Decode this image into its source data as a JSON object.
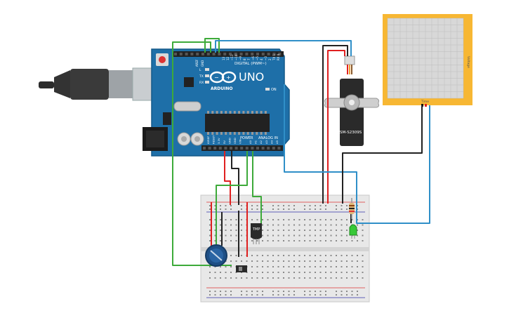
{
  "arduino": {
    "uno_label": "UNO",
    "brand": "ARDUINO",
    "digital_label": "DIGITAL (PWM~)",
    "power_label": "POWER",
    "analog_label": "ANALOG IN",
    "aref": "AREF",
    "gnd": "GND",
    "tx": "TX",
    "rx": "RX",
    "l": "L",
    "on": "ON",
    "power_pins": [
      "IOREF",
      "RESET",
      "3.3V",
      "5V",
      "GND",
      "GND",
      "VIN"
    ],
    "analog_pins": [
      "A0",
      "A1",
      "A2",
      "A3",
      "A4",
      "A5"
    ],
    "digital_pins": [
      "13",
      "12",
      "~11",
      "~10",
      "~9",
      "8",
      "7",
      "~6",
      "~5",
      "4",
      "~3",
      "2",
      "TX 1",
      "RX 0"
    ]
  },
  "servo": {
    "label": "SM-S2309S"
  },
  "sensor": {
    "label": "TMP"
  },
  "plotter": {
    "y_label": "Voltage",
    "x_label": "Time"
  },
  "colors": {
    "board": "#1e6fa8",
    "board_dark": "#1a5f91",
    "wire_green": "#3daa3a",
    "wire_blue": "#2f8fc8",
    "wire_red": "#e02020",
    "wire_black": "#222222",
    "plotter_frame": "#f7b733",
    "breadboard": "#e8e8e8"
  }
}
